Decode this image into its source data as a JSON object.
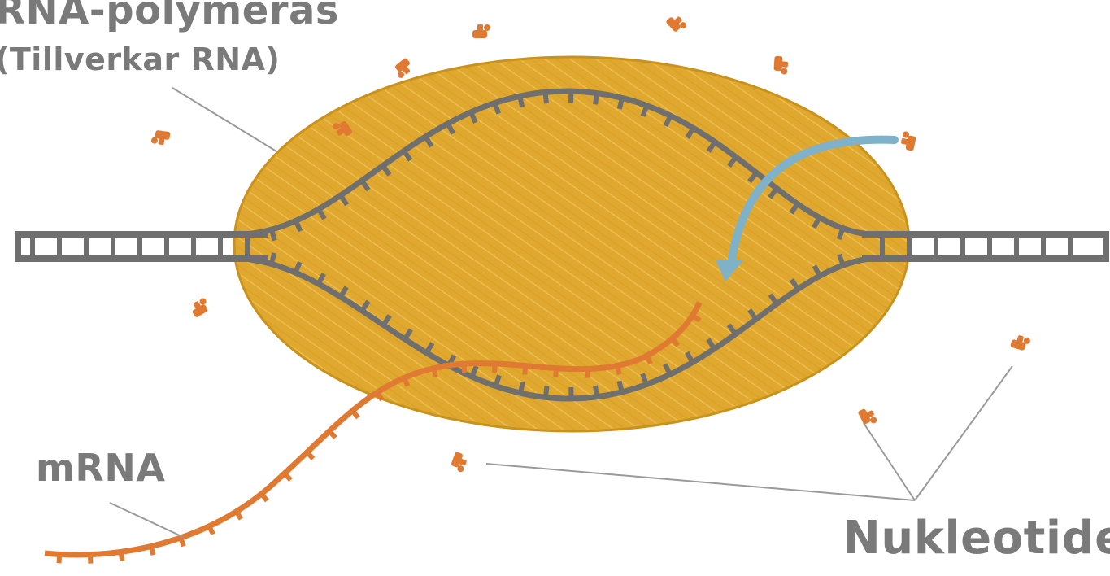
{
  "labels": {
    "rna_polymerase_name": "RNA-polymeras",
    "rna_polymerase_desc": "(Tillverkar RNA)",
    "mrna": "mRNA",
    "nucleotides": "Nukleotider"
  },
  "colors": {
    "enzyme": "#e0a82e",
    "enzyme_edge": "#c8921c",
    "dna": "#6f6f6f",
    "mrna": "#e07a32",
    "nucleotide": "#e07a32",
    "arrow": "#7fb2c8",
    "label": "#7a7a7a",
    "pointer_line": "#9a9a9a"
  }
}
